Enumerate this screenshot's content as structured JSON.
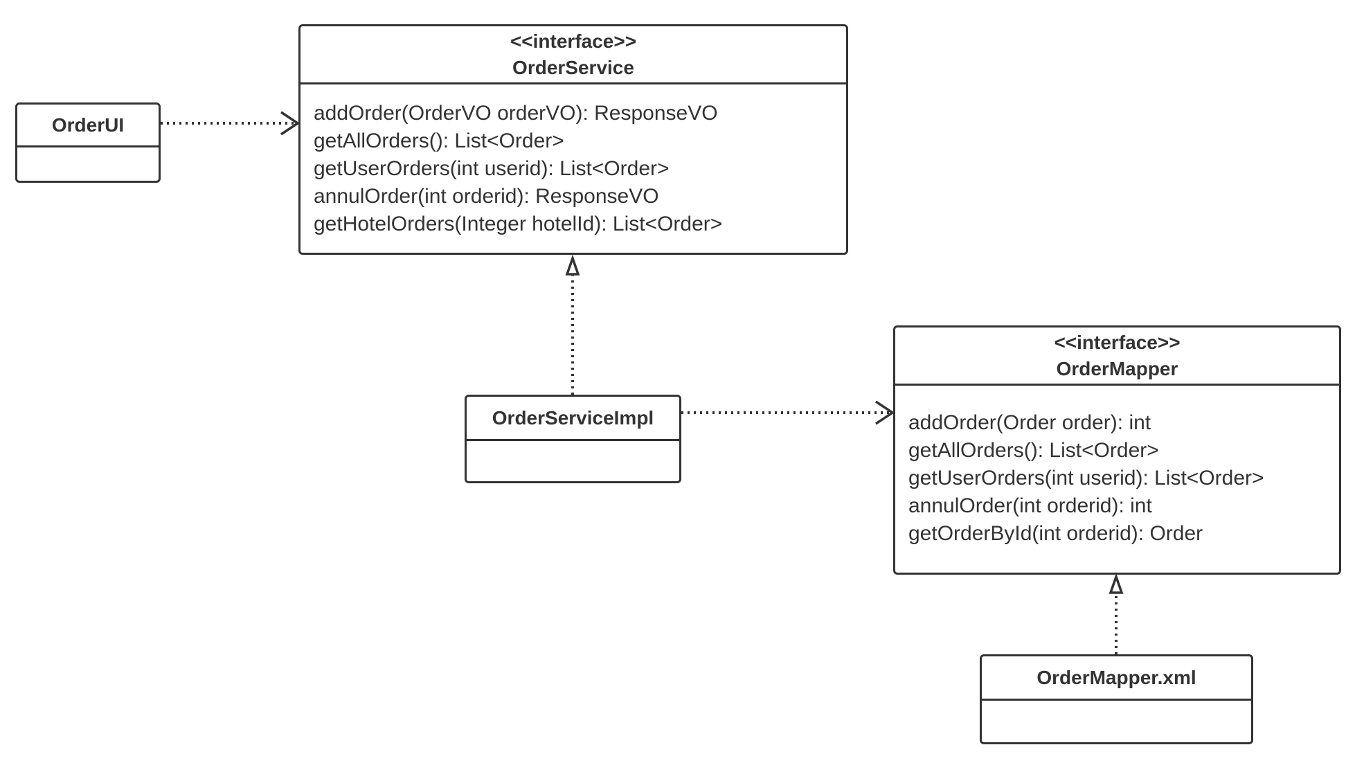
{
  "diagram": {
    "classes": [
      {
        "id": "order-ui",
        "name": "OrderUI",
        "stereotype": "",
        "methods": []
      },
      {
        "id": "order-service",
        "name": "OrderService",
        "stereotype": "<<interface>>",
        "methods": [
          "addOrder(OrderVO orderVO): ResponseVO",
          "getAllOrders(): List<Order>",
          "getUserOrders(int userid): List<Order>",
          "annulOrder(int orderid): ResponseVO",
          "getHotelOrders(Integer hotelId): List<Order>"
        ]
      },
      {
        "id": "order-service-impl",
        "name": "OrderServiceImpl",
        "stereotype": "",
        "methods": []
      },
      {
        "id": "order-mapper",
        "name": "OrderMapper",
        "stereotype": "<<interface>>",
        "methods": [
          "addOrder(Order order): int",
          "getAllOrders(): List<Order>",
          "getUserOrders(int userid): List<Order>",
          "annulOrder(int orderid): int",
          "getOrderById(int orderid): Order"
        ]
      },
      {
        "id": "order-mapper-xml",
        "name": "OrderMapper.xml",
        "stereotype": "",
        "methods": []
      }
    ],
    "relations": [
      {
        "from": "OrderUI",
        "to": "OrderService",
        "type": "dependency"
      },
      {
        "from": "OrderServiceImpl",
        "to": "OrderService",
        "type": "realization"
      },
      {
        "from": "OrderServiceImpl",
        "to": "OrderMapper",
        "type": "dependency"
      },
      {
        "from": "OrderMapper.xml",
        "to": "OrderMapper",
        "type": "realization"
      }
    ],
    "colors": {
      "line": "#333333",
      "background": "#ffffff"
    }
  }
}
